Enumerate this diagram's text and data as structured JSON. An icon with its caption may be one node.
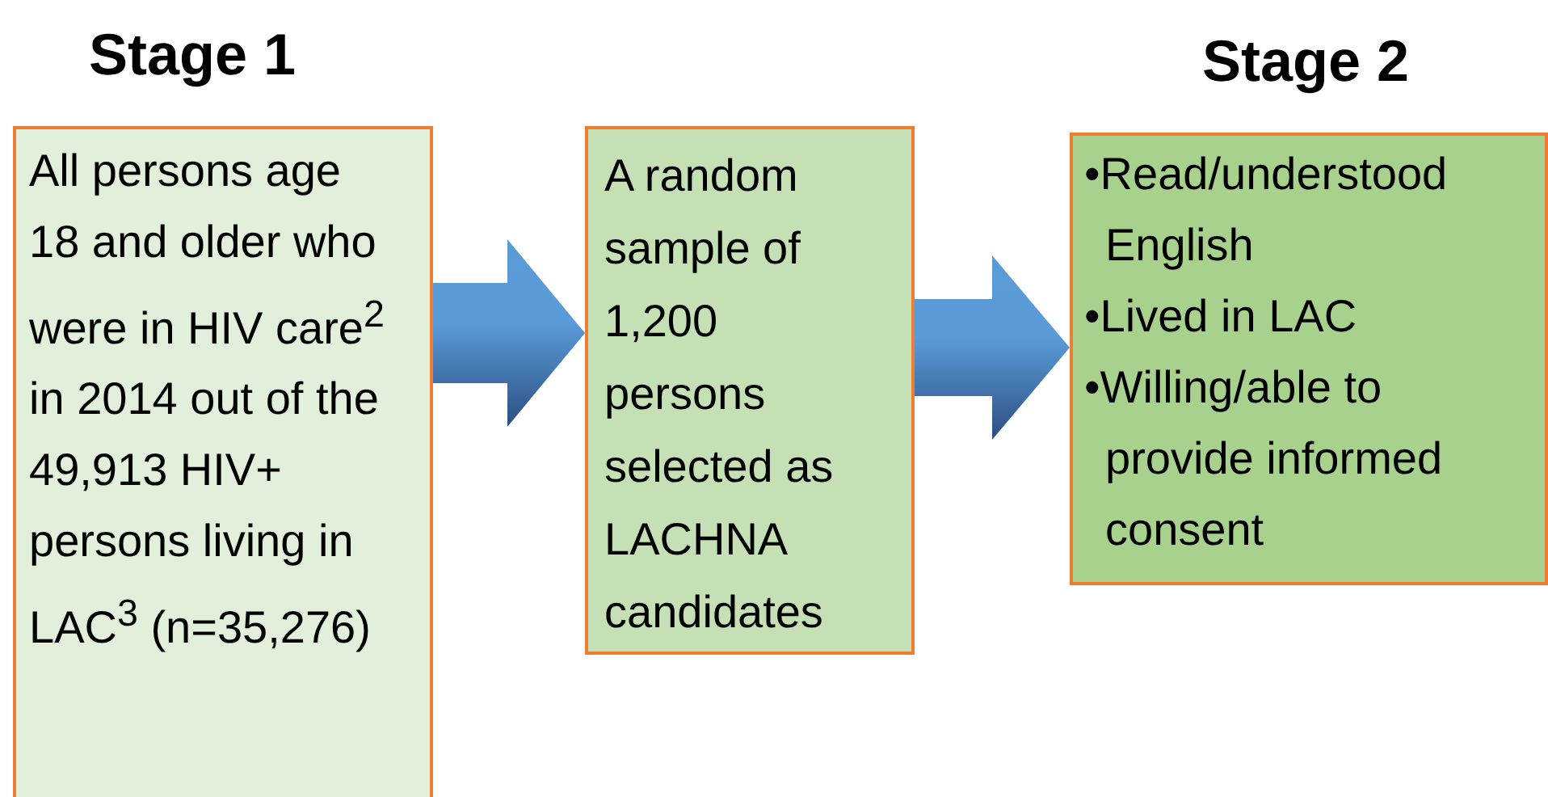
{
  "diagram": {
    "nodes": [
      {
        "text": [
          "All persons age 18 and older who were in HIV care$^{2}$ in 2014 out of the 49,913 HIV+ persons living in LAC$^{3}$ (n=35,276)"
        ],
        "beside": [
          "Stage 1"
        ]
      },
      {
        "text": [
          "A random sample of 1,200 persons selected as LACHNA candidates"
        ]
      },
      {
        "text": [
          "•Read/understood English",
          "•Lived in LAC",
          "•Willing/able to provide informed consent"
        ],
        "beside": [
          "Stage 2"
        ]
      }
    ],
    "edges": [
      {
        "from": 0,
        "to": 1,
        "arrow": "to",
        "style": "thick"
      },
      {
        "from": 1,
        "to": 2,
        "arrow": "to",
        "style": "thick"
      }
    ]
  }
}
